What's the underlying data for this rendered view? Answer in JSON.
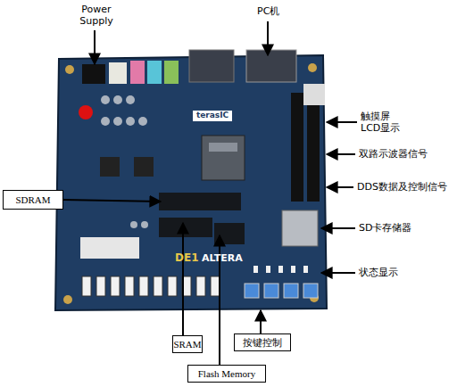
{
  "diagram": {
    "nodes": [
      {
        "text": [
          "SDRAM"
        ]
      },
      {
        "text": [
          "SRAM"
        ]
      },
      {
        "text": [
          "按键控制"
        ]
      },
      {
        "text": [
          "Flash Memory"
        ]
      }
    ],
    "labels": [
      "Power Supply",
      "PC机",
      "触摸屏 LCD显示",
      "双路示波器信号",
      "DDS数据及控制信号",
      "SD卡存储器",
      "状态显示",
      "terasIC",
      "DE1",
      "ALTERA"
    ]
  }
}
